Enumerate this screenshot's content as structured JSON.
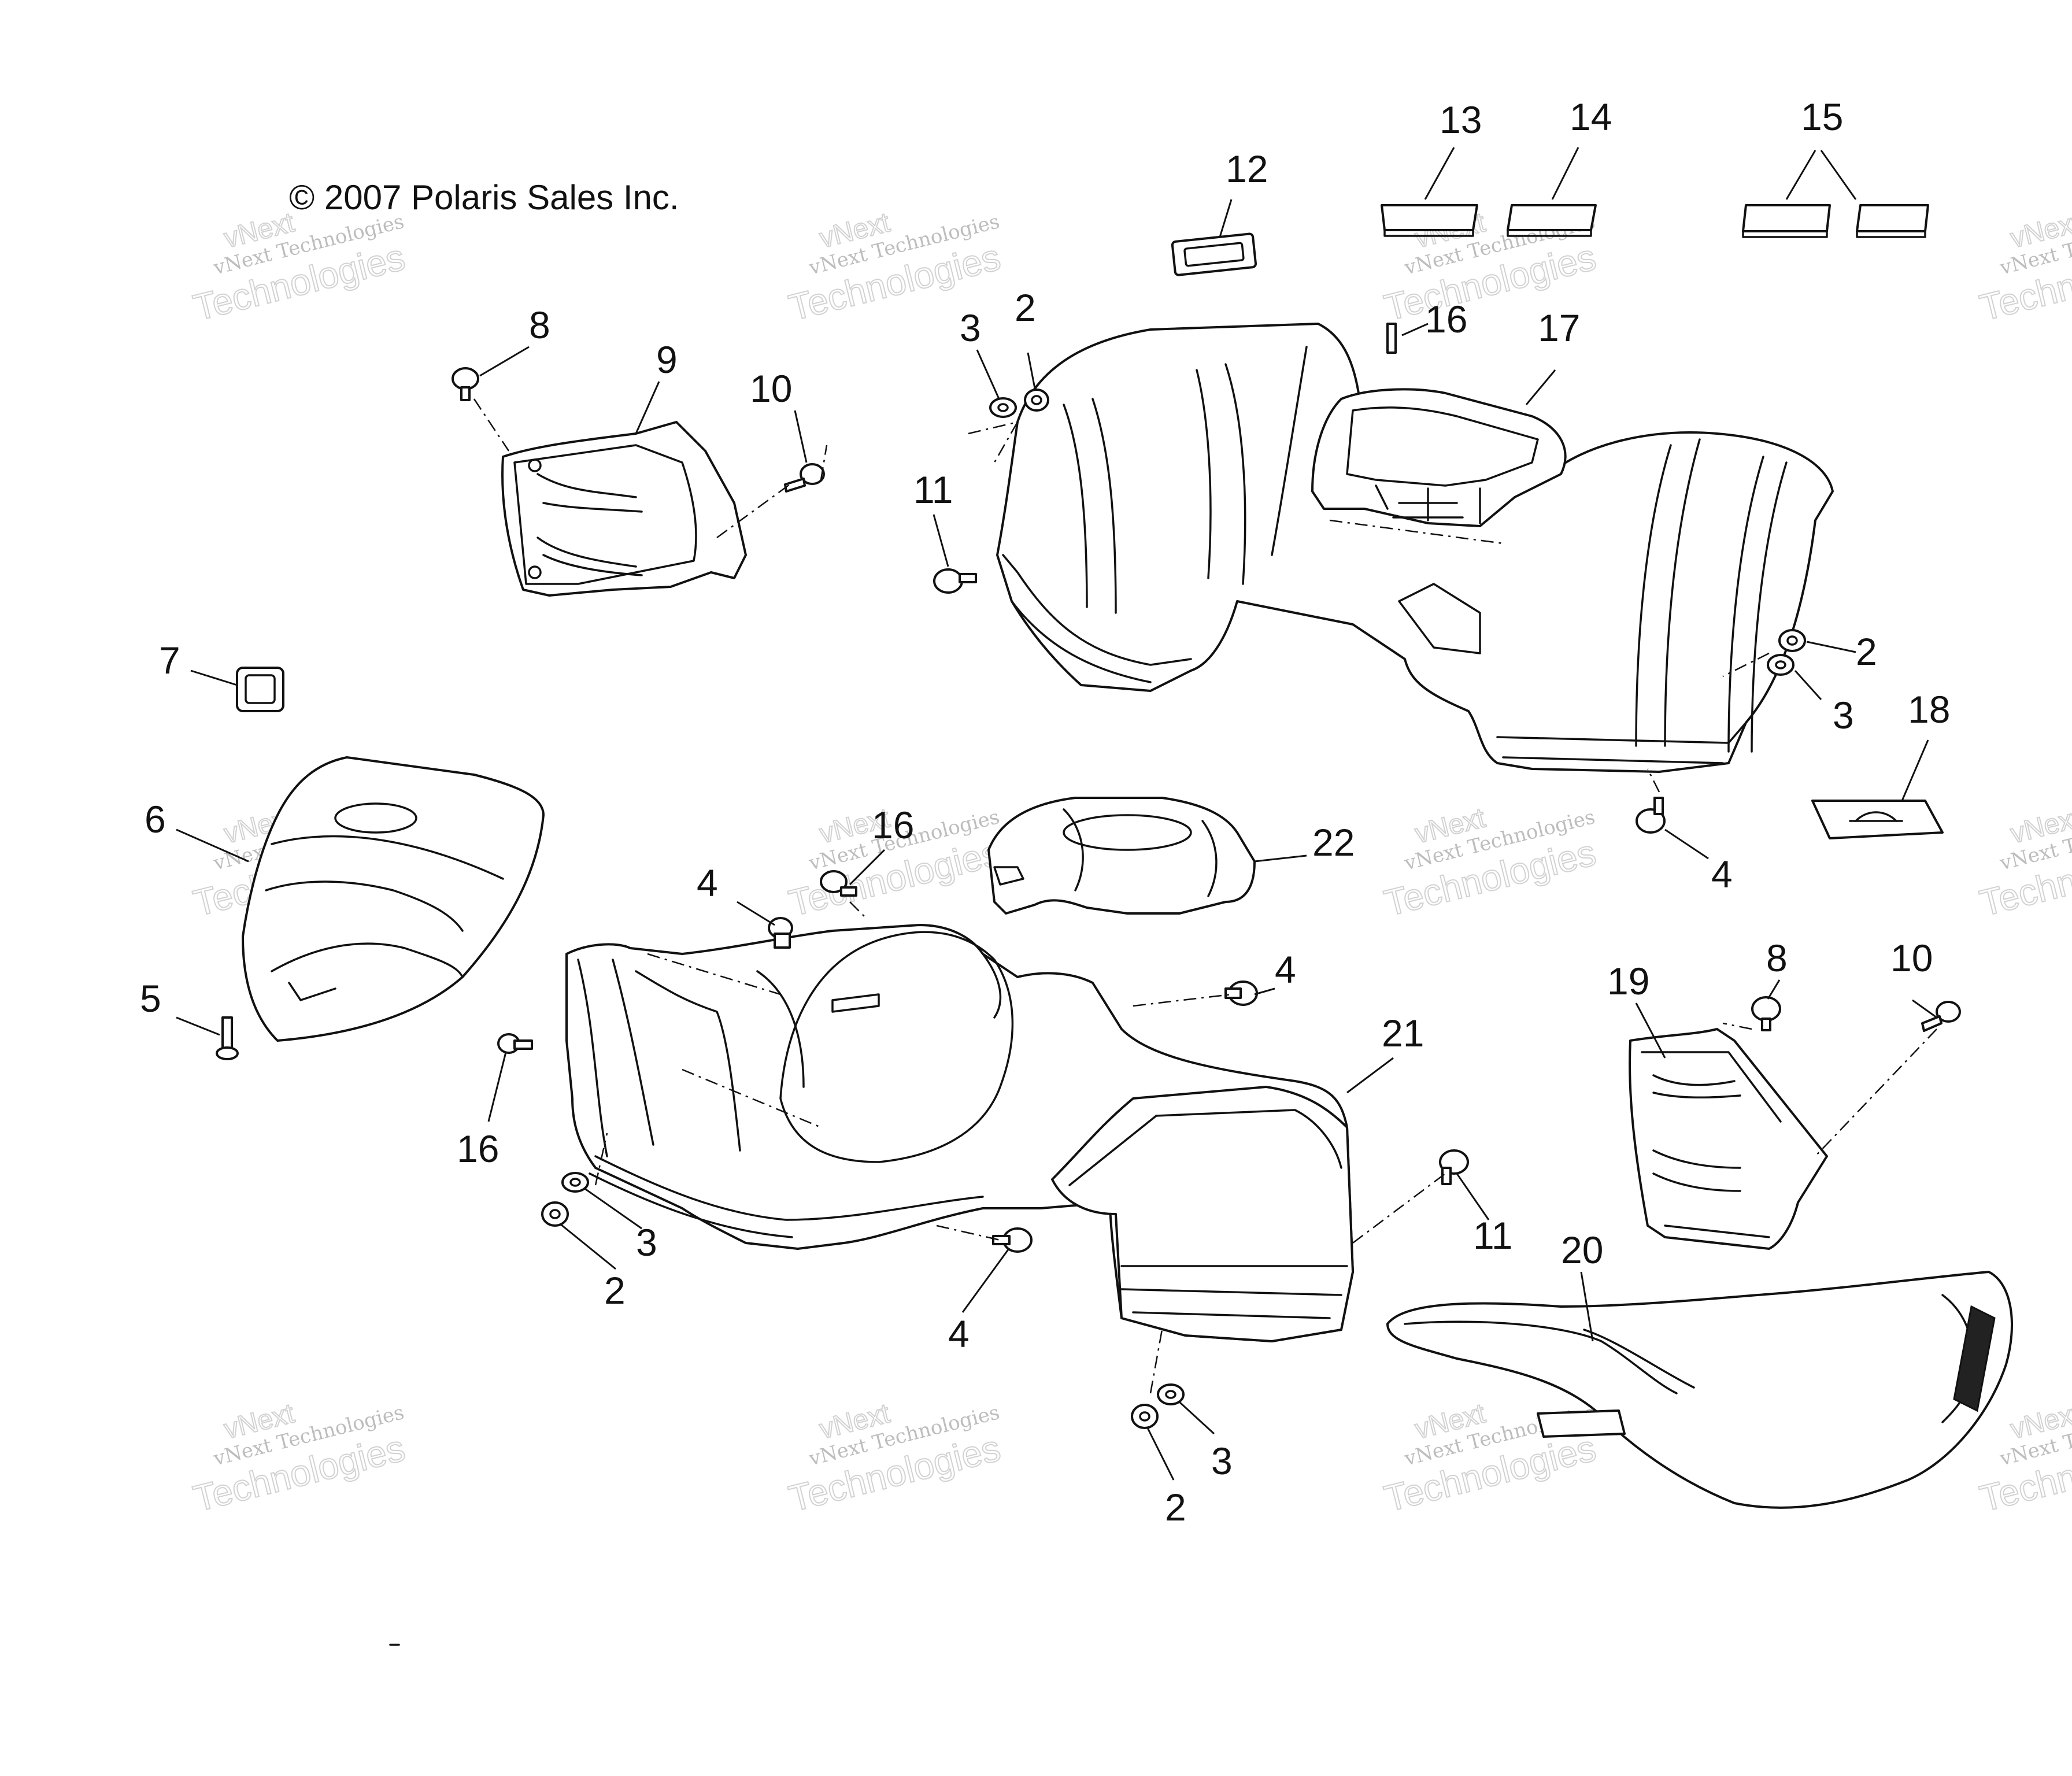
{
  "copyright": "© 2007 Polaris Sales Inc.",
  "watermark": {
    "line1": "vNext Technologies",
    "line2": "Technologies",
    "line3": "vNext"
  },
  "callouts": [
    {
      "id": "c13",
      "label": "13"
    },
    {
      "id": "c14",
      "label": "14"
    },
    {
      "id": "c15",
      "label": "15"
    },
    {
      "id": "c12",
      "label": "12"
    },
    {
      "id": "c16a",
      "label": "16"
    },
    {
      "id": "c17",
      "label": "17"
    },
    {
      "id": "c8a",
      "label": "8"
    },
    {
      "id": "c9",
      "label": "9"
    },
    {
      "id": "c10a",
      "label": "10"
    },
    {
      "id": "c3a",
      "label": "3"
    },
    {
      "id": "c2a",
      "label": "2"
    },
    {
      "id": "c11a",
      "label": "11"
    },
    {
      "id": "c2b",
      "label": "2"
    },
    {
      "id": "c3b",
      "label": "3"
    },
    {
      "id": "c18",
      "label": "18"
    },
    {
      "id": "c4a",
      "label": "4"
    },
    {
      "id": "c7",
      "label": "7"
    },
    {
      "id": "c6",
      "label": "6"
    },
    {
      "id": "c5",
      "label": "5"
    },
    {
      "id": "c16b",
      "label": "16"
    },
    {
      "id": "c4b",
      "label": "4"
    },
    {
      "id": "c22",
      "label": "22"
    },
    {
      "id": "c4c",
      "label": "4"
    },
    {
      "id": "c21",
      "label": "21"
    },
    {
      "id": "c19",
      "label": "19"
    },
    {
      "id": "c8b",
      "label": "8"
    },
    {
      "id": "c10b",
      "label": "10"
    },
    {
      "id": "c16c",
      "label": "16"
    },
    {
      "id": "c3c",
      "label": "3"
    },
    {
      "id": "c2c",
      "label": "2"
    },
    {
      "id": "c4d",
      "label": "4"
    },
    {
      "id": "c11b",
      "label": "11"
    },
    {
      "id": "c20",
      "label": "20"
    },
    {
      "id": "c3d",
      "label": "3"
    },
    {
      "id": "c2d",
      "label": "2"
    }
  ]
}
